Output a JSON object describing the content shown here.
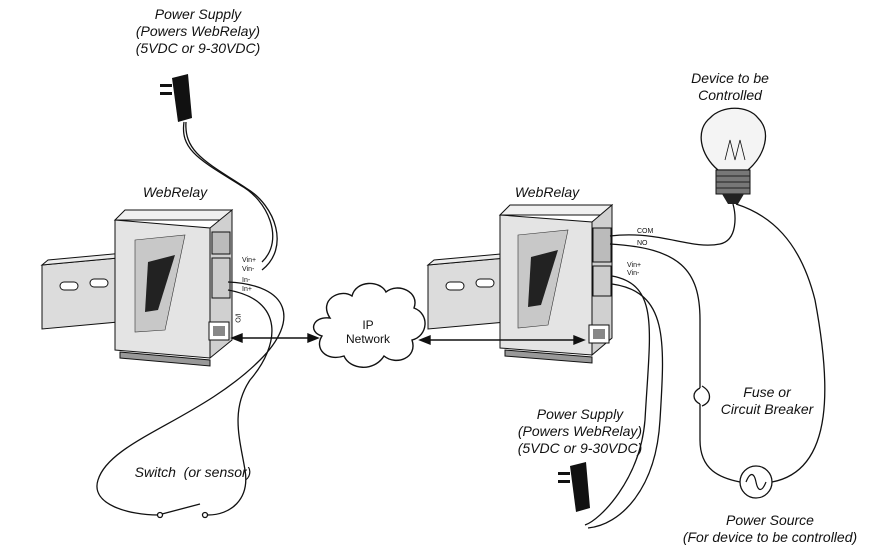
{
  "labels": {
    "power_supply_left": [
      "Power Supply",
      "(Powers WebRelay)",
      "(5VDC or 9-30VDC)"
    ],
    "power_supply_right": [
      "Power Supply",
      "(Powers WebRelay)",
      "(5VDC or 9-30VDC)"
    ],
    "webrelay_left": "WebRelay",
    "webrelay_right": "WebRelay",
    "device": [
      "Device to be",
      "Controlled"
    ],
    "network": [
      "IP",
      "Network"
    ],
    "fuse": [
      "Fuse or",
      "Circuit Breaker"
    ],
    "switch": "Switch  (or sensor)",
    "power_source": [
      "Power Source",
      "(For device to be controlled)"
    ]
  },
  "terminals": {
    "left": [
      "Vin+",
      "Vin-",
      "In-",
      "In+"
    ],
    "left_side": "I/O",
    "right": [
      "COM",
      "NO",
      "Vin+",
      "Vin-"
    ]
  },
  "colors": {
    "line": "#111111",
    "device_fill": "#e4e4e4",
    "rail_fill": "#dcdcdc",
    "bulb_fill": "#f4f4f4"
  }
}
